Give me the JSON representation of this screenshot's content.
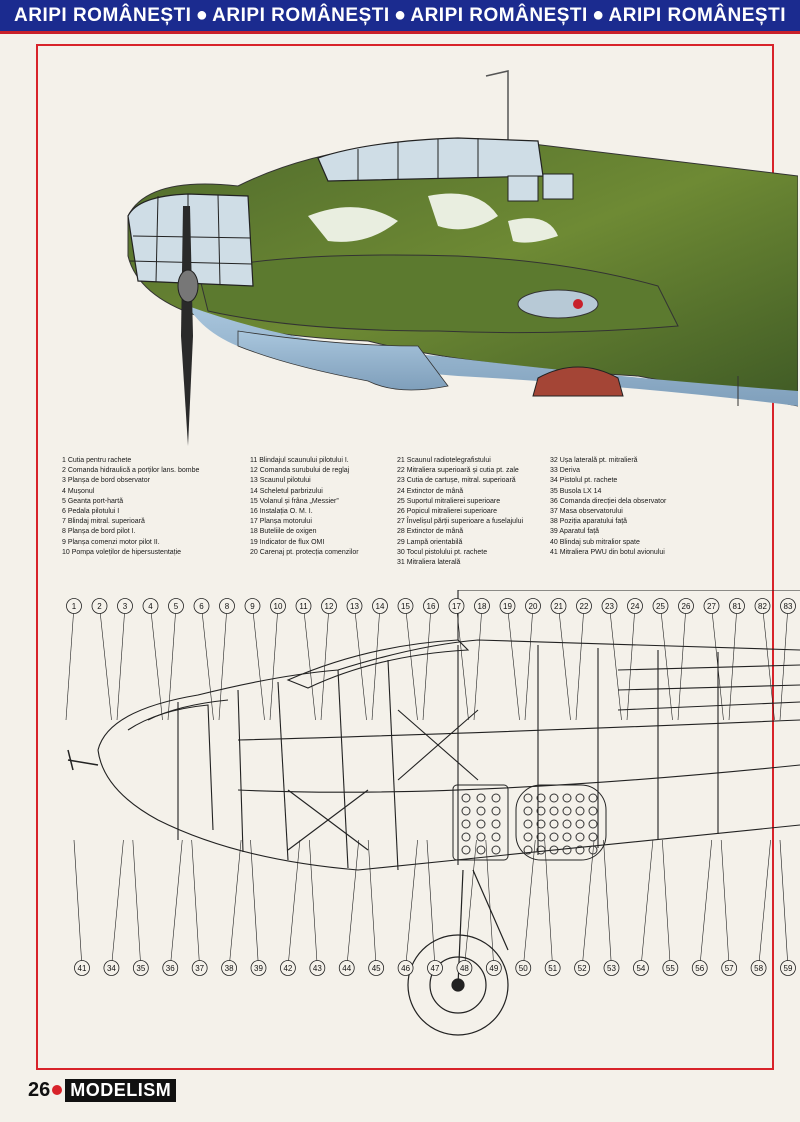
{
  "banner": {
    "segments": [
      "ARIPI ROMÂNEȘTI",
      "ARIPI ROMÂNEȘTI",
      "ARIPI ROMÂNEȘTI",
      "ARIPI ROMÂNEȘTI"
    ]
  },
  "legend": {
    "col1": [
      "1 Cutia pentru rachete",
      "2 Comanda hidraulică a porților lans. bombe",
      "3 Planșa de bord observator",
      "4 Mușonul",
      "5 Geanta port-hartă",
      "6 Pedala pilotului I",
      "7 Blindaj mitral. superioară",
      "8 Planșa de bord pilot I.",
      "9 Planșa comenzi motor pilot II.",
      "10 Pompa voleților de hipersustentație"
    ],
    "col2": [
      "11 Blindajul scaunului pilotului I.",
      "12 Comanda surubului de reglaj",
      "13 Scaunul pilotului",
      "14 Scheletul parbrizului",
      "15 Volanul și frâna „Messier”",
      "16 Instalația O. M. I.",
      "17 Planșa motorului",
      "18 Buteliile de oxigen",
      "19 Indicator de flux OMI",
      "20 Carenaj pt. protecția comenzilor"
    ],
    "col3": [
      "21 Scaunul radiotelegrafistului",
      "22 Mitraliera superioară și cutia pt. zale",
      "23 Cutia de cartușe, mitral. superioară",
      "24 Extinctor de mână",
      "25 Suportul mitralierei superioare",
      "26 Popicul mitralierei superioare",
      "27 Învelișul părții superioare a fuselajului",
      "28 Extinctor de mână",
      "29 Lampă orientabilă",
      "30 Tocul pistolului pt. rachete",
      "31 Mitraliera laterală"
    ],
    "col4": [
      "32 Ușa laterală pt. mitralieră",
      "33 Deriva",
      "34 Pistolul pt. rachete",
      "35 Busola LX 14",
      "36 Comanda direcției dela observator",
      "37 Masa observatorului",
      "38 Poziția aparatului față",
      "39 Aparatul față",
      "40 Blindaj sub mitralior spate",
      "41 Mitraliera PWU din botul avionului"
    ]
  },
  "callouts": {
    "top": [
      "1",
      "2",
      "3",
      "4",
      "5",
      "6",
      "8",
      "9",
      "10",
      "11",
      "12",
      "13",
      "14",
      "15",
      "16",
      "17",
      "18",
      "19",
      "20",
      "21",
      "22",
      "23",
      "24",
      "25",
      "26",
      "27",
      "81",
      "82",
      "83"
    ],
    "bottom": [
      "41",
      "34",
      "35",
      "36",
      "37",
      "38",
      "39",
      "42",
      "43",
      "44",
      "45",
      "46",
      "47",
      "48",
      "49",
      "50",
      "51",
      "52",
      "53",
      "54",
      "55",
      "56",
      "57",
      "58",
      "59"
    ]
  },
  "footer": {
    "page_number": "26",
    "magazine": "MODELISM"
  }
}
